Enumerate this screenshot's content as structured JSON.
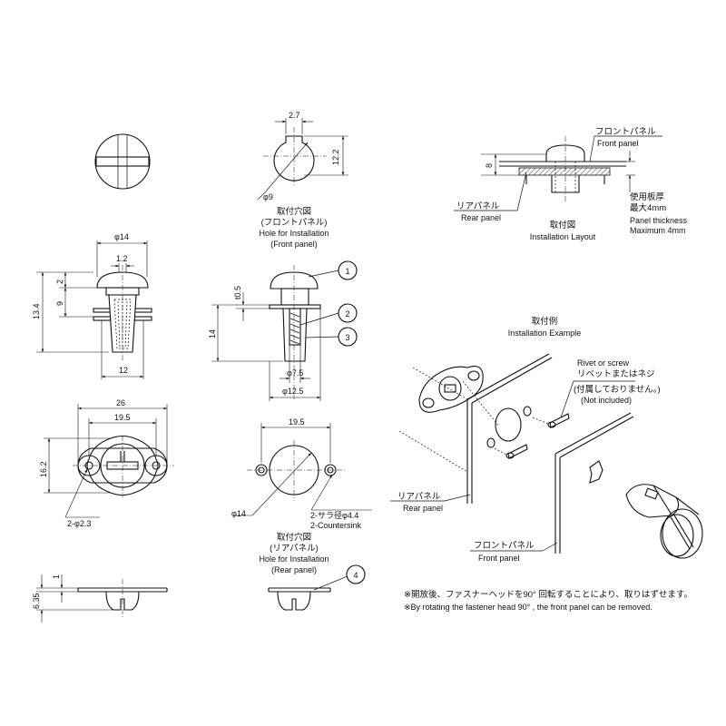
{
  "dims": {
    "d_2_7": "2.7",
    "d_12_2": "12.2",
    "d_phi9": "φ9",
    "d_phi14": "φ14",
    "d_1_2": "1.2",
    "d_2": "2",
    "d_13_4": "13.4",
    "d_9": "9",
    "d_12": "12",
    "d_t0_5": "t0.5",
    "d_14": "14",
    "d_phi7_5": "φ7.5",
    "d_phi12_5": "φ12.5",
    "d_26": "26",
    "d_19_5a": "19.5",
    "d_16_2": "16.2",
    "d_2phi2_3": "2-φ2.3",
    "d_19_5b": "19.5",
    "d_phi14b": "φ14",
    "d_countersink_jp": "2-サラ径φ4.4",
    "d_countersink_en": "2-Countersink",
    "d_1": "1",
    "d_6_35": "6.35",
    "d_8": "8"
  },
  "balloons": [
    "1",
    "2",
    "3",
    "4"
  ],
  "labels": {
    "hole_front_jp": "取付穴図",
    "hole_front_jp2": "(フロントパネル)",
    "hole_front_en": "Hole for Installation",
    "hole_front_en2": "(Front panel)",
    "hole_rear_jp": "取付穴図",
    "hole_rear_jp2": "(リアパネル)",
    "hole_rear_en": "Hole for Installation",
    "hole_rear_en2": "(Rear panel)",
    "front_panel_jp": "フロントパネル",
    "front_panel_en": "Front panel",
    "rear_panel_jp": "リアパネル",
    "rear_panel_en": "Rear panel",
    "layout_jp": "取付図",
    "layout_en": "Installation Layout",
    "thickness_jp1": "使用板厚",
    "thickness_jp2": "最大4mm",
    "thickness_en1": "Panel thickness",
    "thickness_en2": "Maximum 4mm",
    "example_jp": "取付例",
    "example_en": "Installation Example",
    "rivet_en": "Rivet or screw",
    "rivet_jp": "リベットまたはネジ",
    "rivet_jp2": "(付属しておりません。)",
    "rivet_en2": "(Not included)",
    "rear_panel2_jp": "リアパネル",
    "rear_panel2_en": "Rear panel",
    "front_panel2_jp": "フロントパネル",
    "front_panel2_en": "Front panel",
    "note_jp": "※開放後、ファスナーヘッドを90° 回転することにより、取りはずせます。",
    "note_en": "※By rotating the fastener head 90° , the front panel can be removed."
  }
}
